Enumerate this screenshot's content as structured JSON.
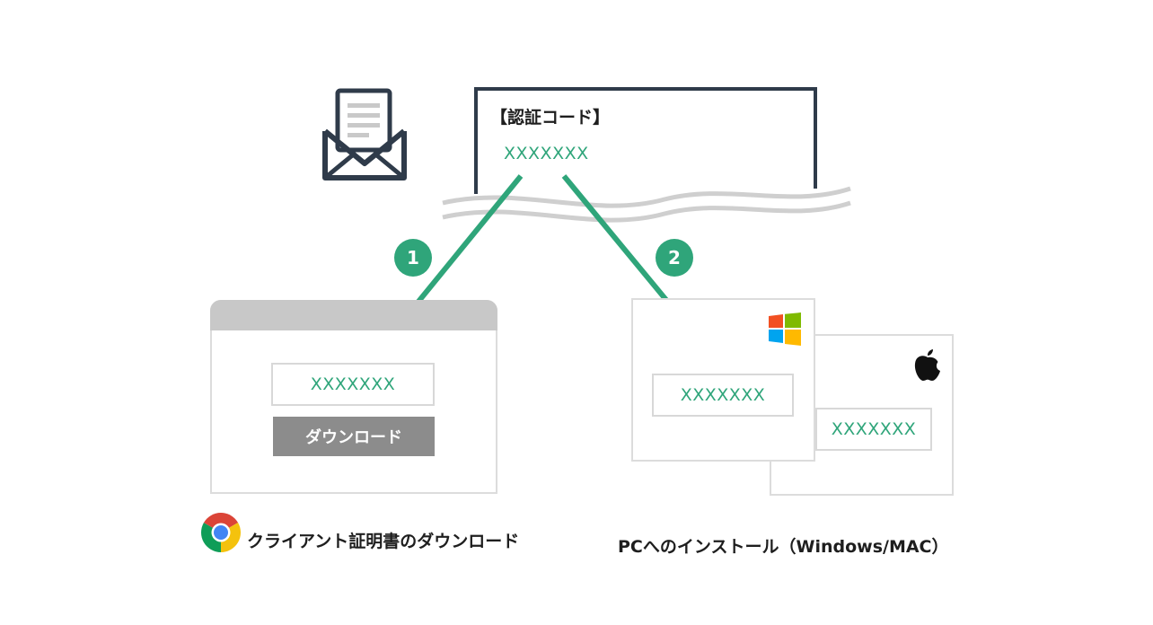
{
  "email": {
    "title": "【認証コード】",
    "code": "XXXXXXX"
  },
  "steps": [
    "1",
    "2"
  ],
  "browser": {
    "code": "XXXXXXX",
    "download_label": "ダウンロード"
  },
  "pc": {
    "windows_code": "XXXXXXX",
    "mac_code": "XXXXXXX"
  },
  "captions": {
    "left": "クライアント証明書のダウンロード",
    "right": "PCへのインストール（Windows/MAC）"
  },
  "colors": {
    "accent": "#2fa57a",
    "dark": "#2f3b4a",
    "button": "#8c8c8c"
  },
  "icons": [
    "envelope-icon",
    "chrome-icon",
    "windows-icon",
    "apple-icon"
  ]
}
